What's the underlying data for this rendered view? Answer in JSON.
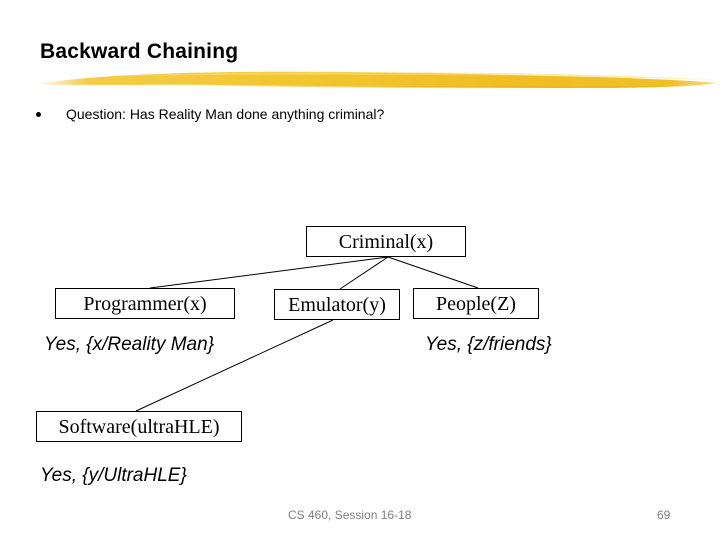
{
  "slide": {
    "title": "Backward Chaining",
    "accent_color": "#F2C230",
    "text_color": "#000000",
    "background_color": "#FFFFFF",
    "footer_color": "#808080"
  },
  "bullets": [
    {
      "marker": "bullet-dot",
      "text": "Question:  Has Reality Man done anything criminal?"
    }
  ],
  "graph": {
    "nodes": [
      {
        "id": "criminal",
        "label": "Criminal(x)"
      },
      {
        "id": "programmer",
        "label": "Programmer(x)"
      },
      {
        "id": "emulator",
        "label": "Emulator(y)"
      },
      {
        "id": "people",
        "label": "People(Z)"
      },
      {
        "id": "software",
        "label": "Software(ultraHLE)"
      }
    ],
    "edges": [
      {
        "from": "criminal",
        "to": "programmer"
      },
      {
        "from": "criminal",
        "to": "emulator"
      },
      {
        "from": "criminal",
        "to": "people"
      },
      {
        "from": "emulator",
        "to": "software"
      }
    ]
  },
  "bindings": [
    {
      "id": "binding-x",
      "text": "Yes, {x/Reality Man}"
    },
    {
      "id": "binding-z",
      "text": "Yes, {z/friends}"
    },
    {
      "id": "binding-y",
      "text": "Yes, {y/UltraHLE}"
    }
  ],
  "footer": {
    "course": "CS 460,  Session 16-18",
    "page_number": "69"
  }
}
